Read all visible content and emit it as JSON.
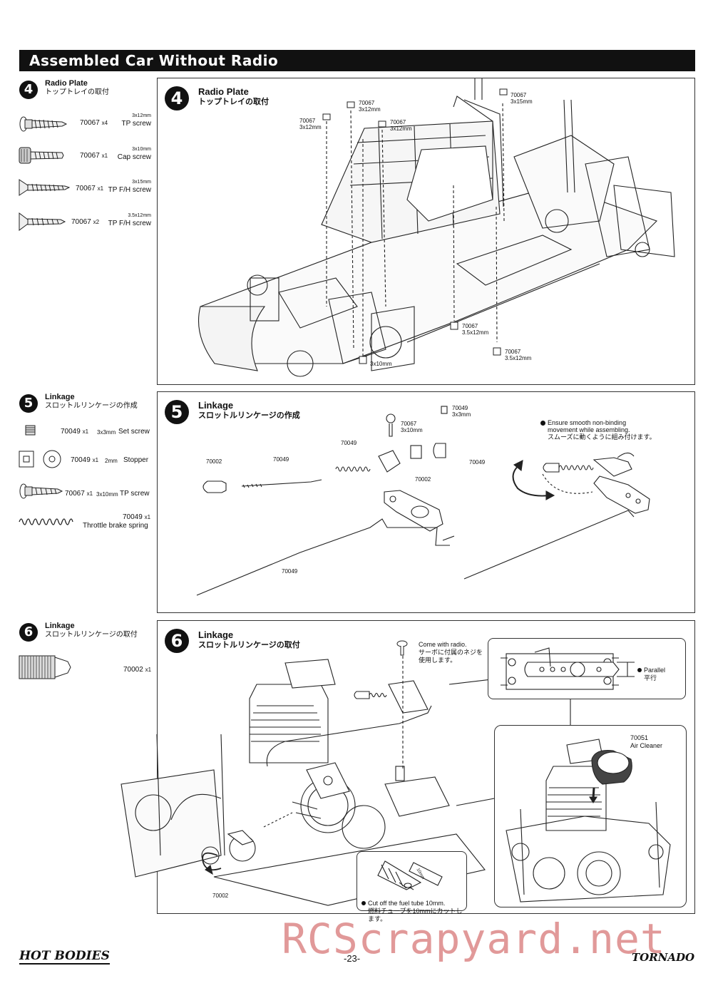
{
  "header": {
    "title": "Assembled Car Without Radio"
  },
  "steps": [
    {
      "number": "4",
      "title_en": "Radio Plate",
      "title_jp": "トップトレイの取付",
      "parts": [
        {
          "code": "70067",
          "qty": "x4",
          "size": "3x12mm",
          "name": "TP screw"
        },
        {
          "code": "70067",
          "qty": "x1",
          "size": "3x10mm",
          "name": "Cap screw"
        },
        {
          "code": "70067",
          "qty": "x1",
          "size": "3x15mm",
          "name": "TP F/H screw"
        },
        {
          "code": "70067",
          "qty": "x2",
          "size": "3.5x12mm",
          "name": "TP F/H screw"
        }
      ],
      "callouts": [
        {
          "code": "70067",
          "size": "3x12mm"
        },
        {
          "code": "70067",
          "size": "3x12mm"
        },
        {
          "code": "70067",
          "size": "3x12mm"
        },
        {
          "code": "70067",
          "size": "3x15mm"
        },
        {
          "code": "70067",
          "size": "3.5x12mm"
        },
        {
          "code": "70067",
          "size": "3.5x12mm"
        },
        {
          "code": "",
          "size": "3x10mm"
        }
      ]
    },
    {
      "number": "5",
      "title_en": "Linkage",
      "title_jp": "スロットルリンケージの作成",
      "parts": [
        {
          "code": "70049",
          "qty": "x1",
          "size": "3x3mm",
          "name": "Set screw"
        },
        {
          "code": "70049",
          "qty": "x1",
          "size": "2mm",
          "name": "Stopper"
        },
        {
          "code": "70067",
          "qty": "x1",
          "size": "3x10mm",
          "name": "TP screw"
        },
        {
          "code": "70049",
          "qty": "x1",
          "size": "",
          "name": "Throttle brake spring"
        }
      ],
      "callouts": {
        "c70002a": "70002",
        "c70049a": "70049",
        "c70049b": "70049",
        "c70067": "70067",
        "c70067size": "3x10mm",
        "c70049c": "70049",
        "c70049csize": "3x3mm",
        "c70049d": "70049",
        "c70002b": "70002",
        "c70049e": "70049"
      },
      "note_en": "Ensure smooth non-binding movement while assembling.",
      "note_jp": "スムーズに動くように組み付けます。"
    },
    {
      "number": "6",
      "title_en": "Linkage",
      "title_jp": "スロットルリンケージの取付",
      "parts": [
        {
          "code": "70002",
          "qty": "x1",
          "size": "",
          "name": ""
        }
      ],
      "callouts": {
        "radio_en": "Come with radio.",
        "radio_jp": "サーボに付属のネジを使用します。",
        "parallel_en": "Parallel",
        "parallel_jp": "平行",
        "aircleaner_code": "70051",
        "aircleaner_name": "Air Cleaner",
        "c70002": "70002",
        "fuel_en": "Cut off the fuel tube 10mm.",
        "fuel_jp": "燃料チューブを10mmにカットします。",
        "fuel_dim": "10mm"
      }
    }
  ],
  "footer": {
    "brand_left": "HOT BODIES",
    "page": "-23-",
    "brand_right": "TORNADO",
    "watermark": "RCScrapyard.net"
  }
}
